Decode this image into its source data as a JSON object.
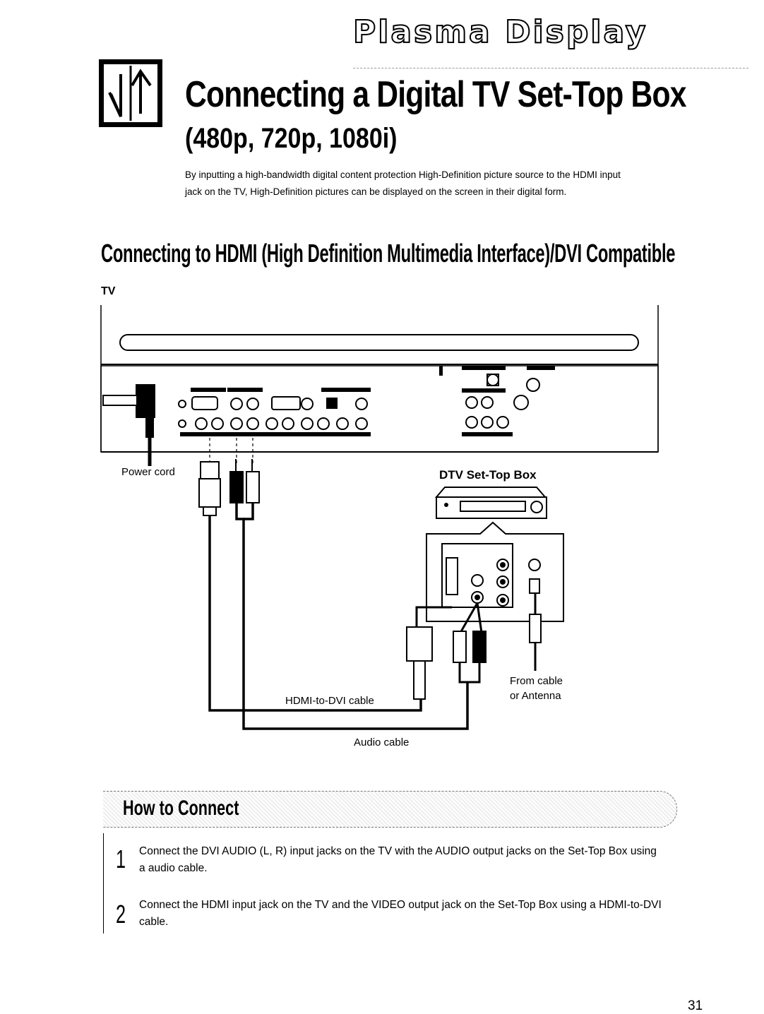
{
  "banner": "Plasma Display",
  "title": "Connecting a Digital TV Set-Top Box",
  "subtitle": "(480p, 720p, 1080i)",
  "intro": "By inputting a high-bandwidth digital content protection High-Definition picture source to the HDMI input jack on the TV, High-Definition pictures can be displayed on the screen in their digital form.",
  "section_heading": "Connecting to HDMI (High Definition Multimedia Interface)/DVI Compatible",
  "tv_label": "TV",
  "diagram": {
    "power_cord": "Power cord",
    "stb_label": "DTV Set-Top Box",
    "hdmi_cable": "HDMI-to-DVI cable",
    "audio_cable": "Audio cable",
    "from_cable_1": "From cable",
    "from_cable_2": "or Antenna"
  },
  "how_to": {
    "heading": "How to Connect",
    "steps": [
      {
        "num": "1",
        "text": "Connect the DVI AUDIO (L, R) input jacks on the TV with the AUDIO output jacks on the Set-Top Box using a audio cable."
      },
      {
        "num": "2",
        "text": "Connect the HDMI input jack on the TV and the VIDEO output jack on the Set-Top Box using a HDMI-to-DVI cable."
      }
    ]
  },
  "page_number": "31",
  "icon": "connection-arrows-icon"
}
